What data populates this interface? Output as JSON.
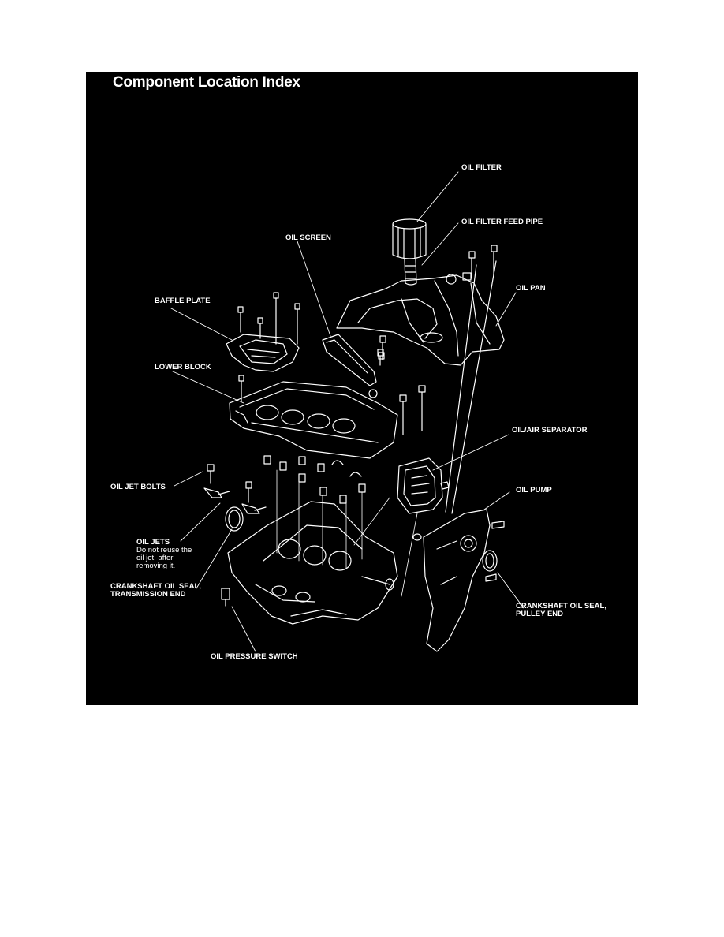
{
  "title": "Component Location Index",
  "labels": {
    "oil_filter": "OIL FILTER",
    "oil_filter_feed_pipe": "OIL FILTER FEED PIPE",
    "oil_screen": "OIL SCREEN",
    "oil_pan": "OIL PAN",
    "baffle_plate": "BAFFLE PLATE",
    "lower_block": "LOWER BLOCK",
    "oil_air_separator": "OIL/AIR SEPARATOR",
    "oil_jet_bolts": "OIL JET BOLTS",
    "oil_pump": "OIL PUMP",
    "oil_jets": "OIL JETS",
    "oil_jets_note": [
      "Do not reuse the",
      "oil jet, after",
      "removing it."
    ],
    "crankshaft_seal_trans_1": "CRANKSHAFT OIL SEAL,",
    "crankshaft_seal_trans_2": "TRANSMISSION END",
    "crankshaft_seal_pulley_1": "CRANKSHAFT OIL SEAL,",
    "crankshaft_seal_pulley_2": "PULLEY END",
    "oil_pressure_switch": "OIL PRESSURE SWITCH"
  },
  "colors": {
    "background": "#000000",
    "linework": "#ffffff",
    "page": "#ffffff"
  }
}
